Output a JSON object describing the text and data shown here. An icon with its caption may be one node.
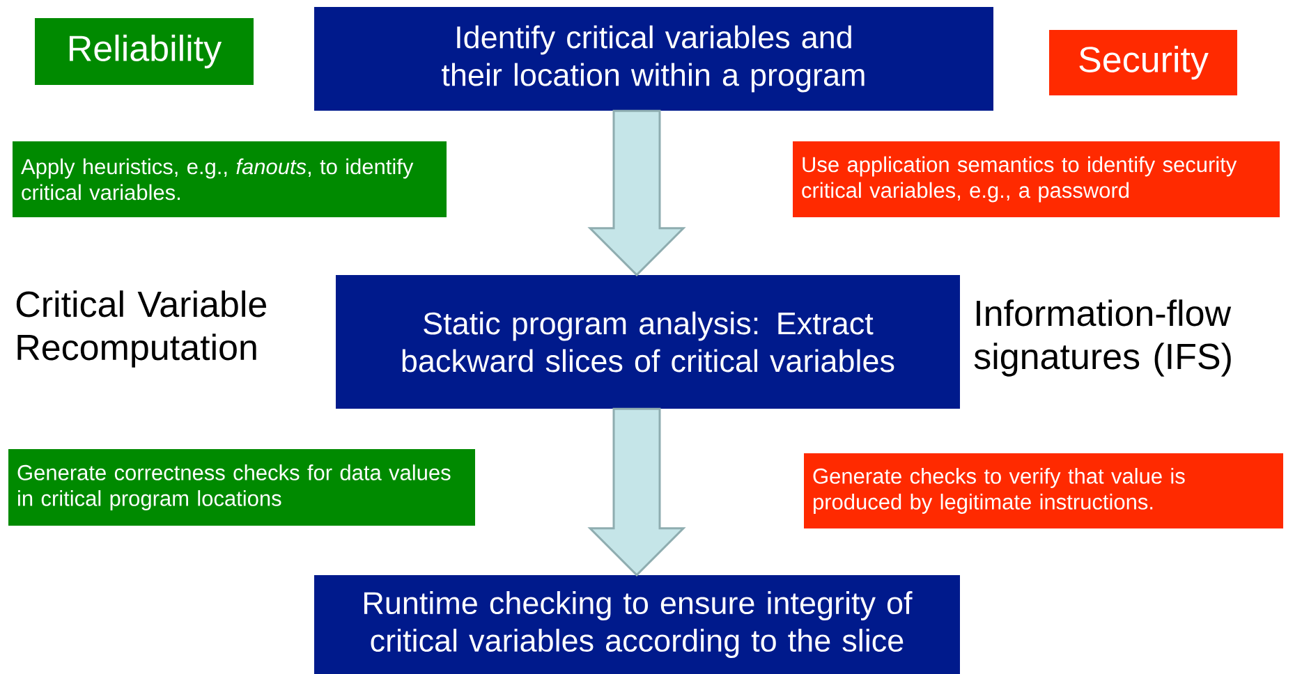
{
  "diagram": {
    "nodes": [
      {
        "text": [
          "Reliability"
        ]
      },
      {
        "text": [
          "Identify critical variables and their location within a program"
        ]
      },
      {
        "text": [
          "Security"
        ]
      },
      {
        "text": [
          "Apply heuristics, e.g., *fanouts*, to identify critical variables."
        ]
      },
      {
        "text": [
          "Use application semantics to identify security critical variables, e.g., a password"
        ]
      },
      {
        "text": [
          "Static program analysis:  Extract backward slices of critical variables"
        ]
      },
      {
        "text": [
          "Generate correctness checks for data values in critical program locations"
        ]
      },
      {
        "text": [
          "Generate checks to verify that value is produced by legitimate instructions."
        ]
      },
      {
        "text": [
          "Runtime checking to ensure integrity of critical variables according to the slice"
        ]
      }
    ],
    "edges": [
      {
        "from": 1,
        "to": 5,
        "arrow": "to"
      },
      {
        "from": 5,
        "to": 8,
        "arrow": "to"
      }
    ],
    "labels": [
      "Critical Variable Recomputation",
      "Information-flow signatures (IFS)"
    ]
  }
}
